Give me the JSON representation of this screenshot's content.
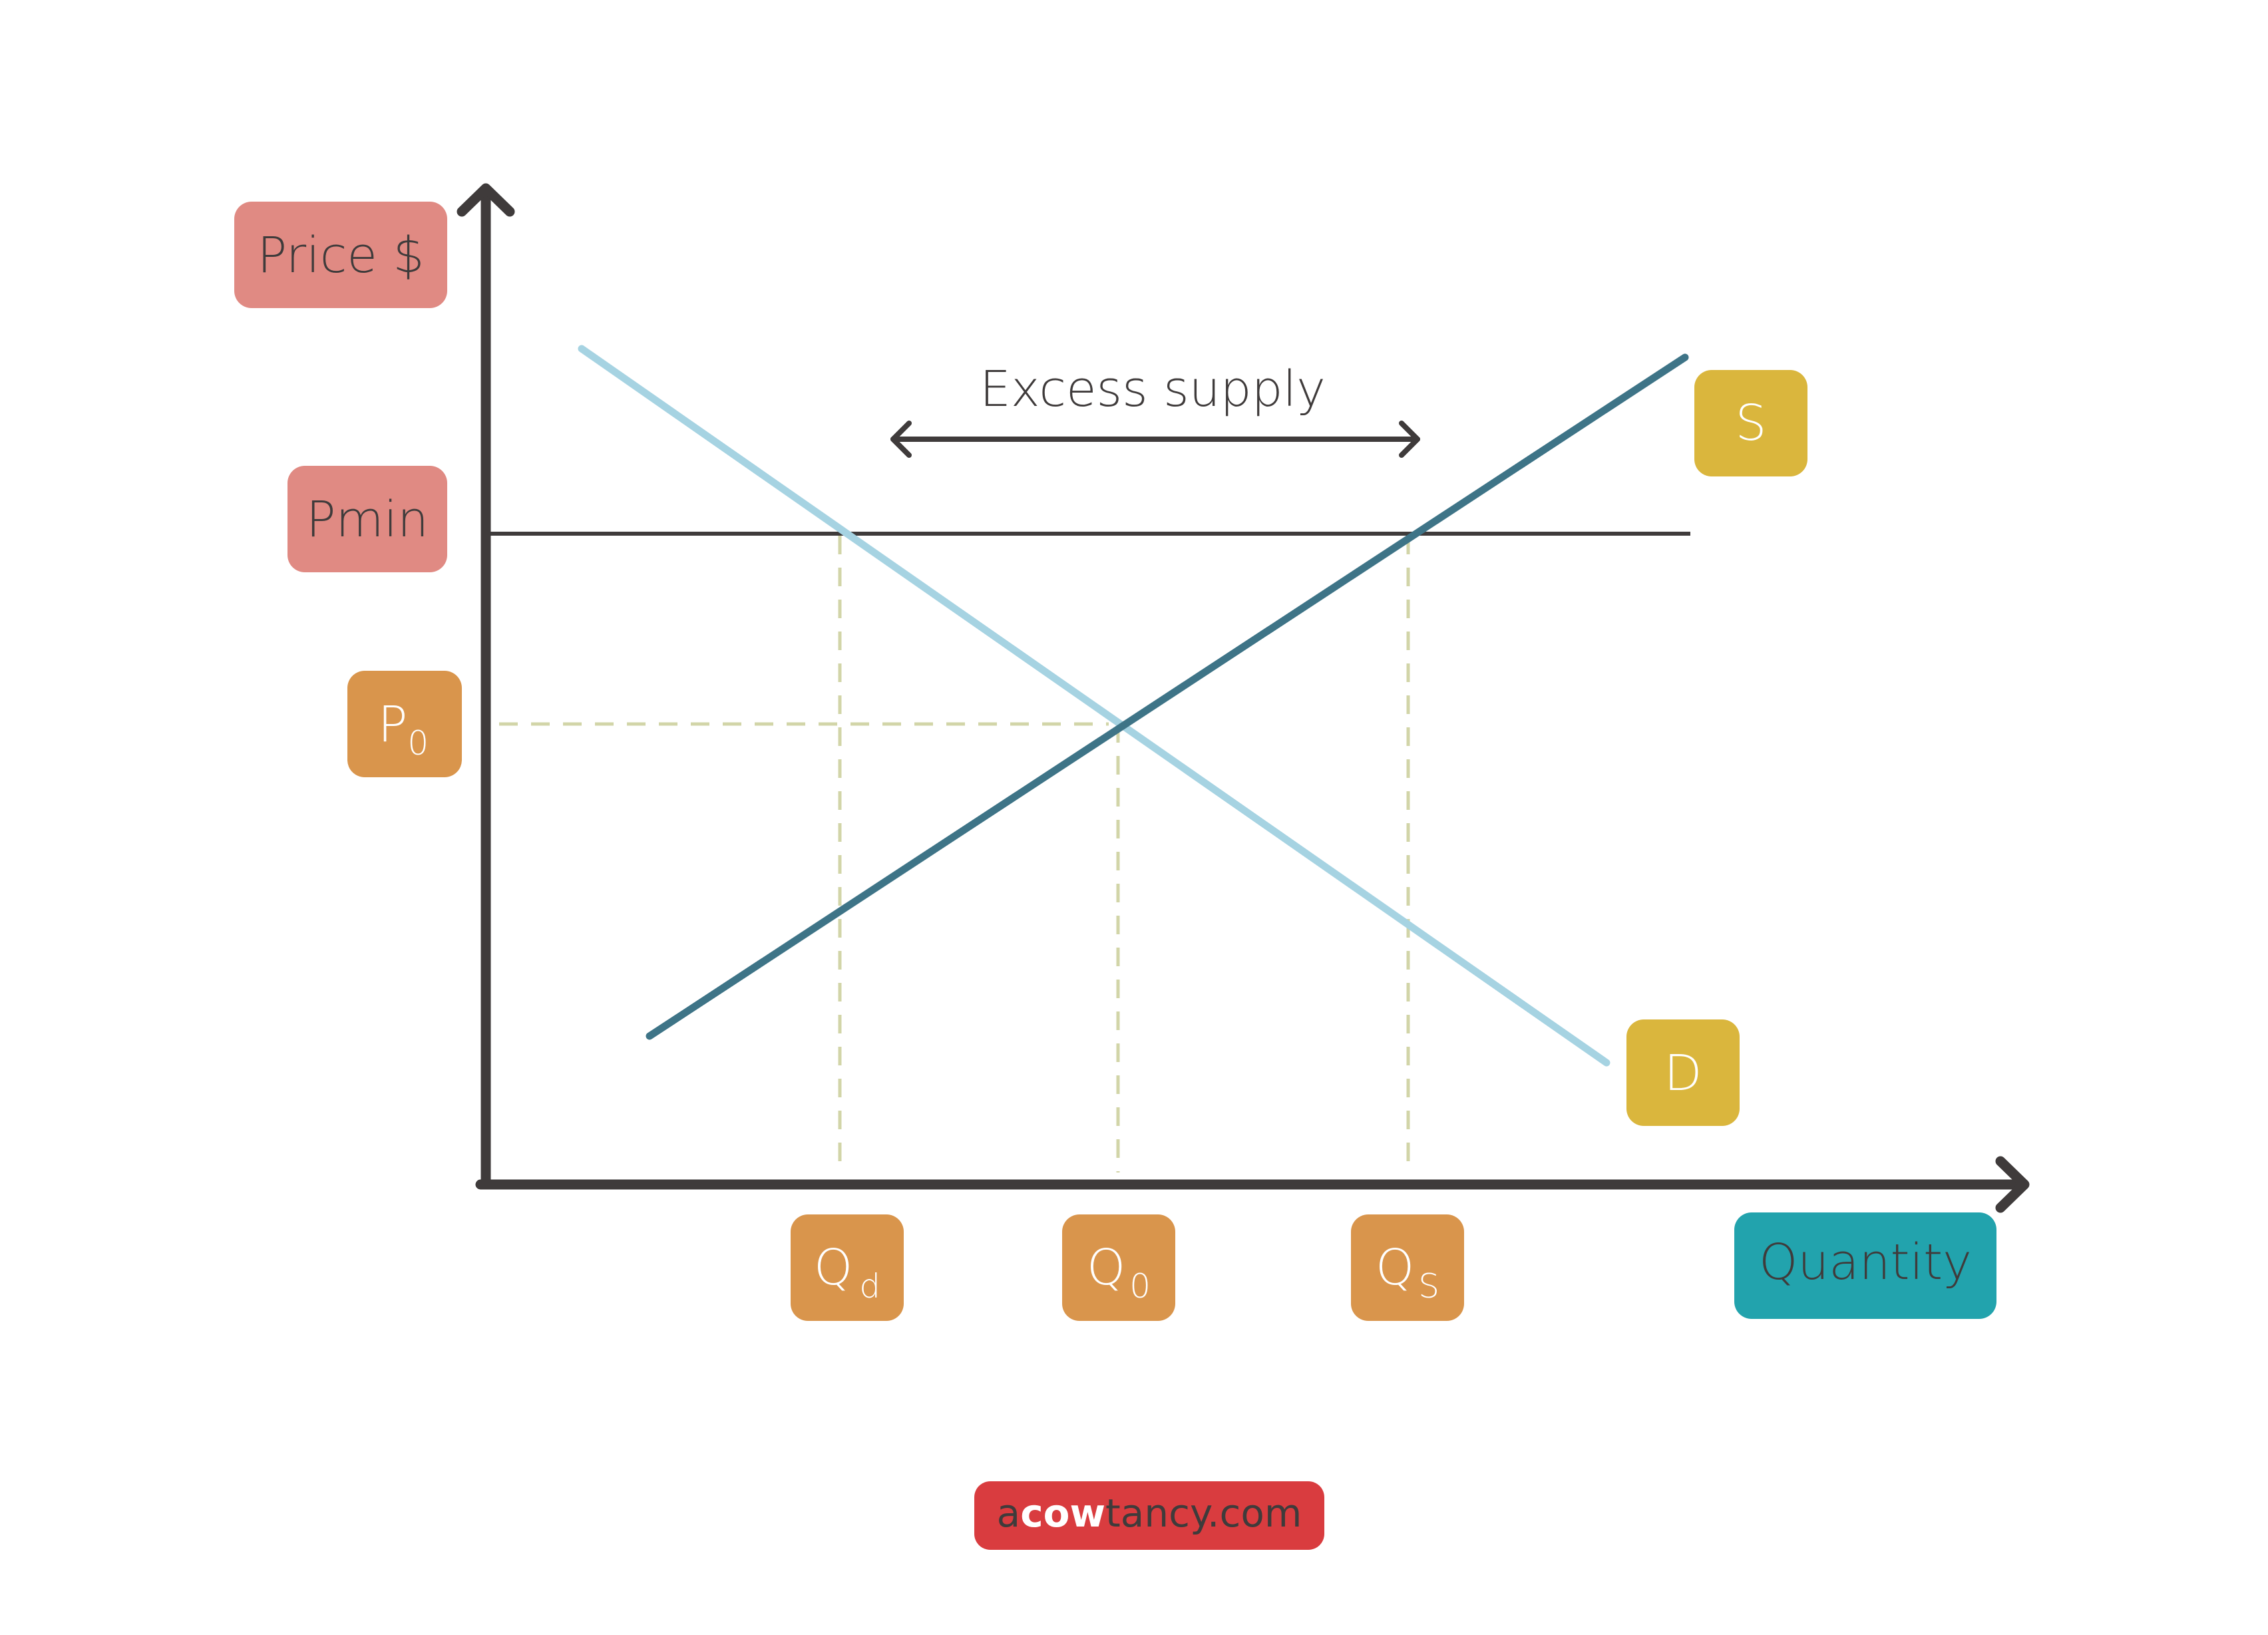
{
  "diagram": {
    "axis_labels": {
      "y": "Price $",
      "x": "Quantity"
    },
    "price_labels": {
      "pmin": "Pmin",
      "p0_main": "P",
      "p0_sub": "0"
    },
    "quantity_labels": {
      "qd_main": "Q",
      "qd_sub": "d",
      "q0_main": "Q",
      "q0_sub": "0",
      "qs_main": "Q",
      "qs_sub": "S"
    },
    "curve_labels": {
      "supply": "S",
      "demand": "D"
    },
    "annotation": {
      "excess_supply": "Excess supply"
    },
    "watermark": {
      "prefix": "a",
      "brand": "cow",
      "suffix": "tancy.com"
    }
  },
  "colors": {
    "axis": "#3f3b3b",
    "price_label_bg": "#e08a83",
    "value_label_bg": "#d9954c",
    "curve_label_bg": "#dab63d",
    "quantity_label_bg": "#22a3ad",
    "demand_line": "#a6d3e2",
    "supply_line": "#3e7487",
    "guide_line": "#d2d5a8",
    "watermark_bg": "#d93c3f",
    "label_text": "#3f3b3b",
    "label_text_light": "#ffffff"
  },
  "icons": {
    "y_axis_arrow": "arrow-up-icon",
    "x_axis_arrow": "arrow-right-icon",
    "excess_supply_arrow": "double-headed-arrow-icon"
  }
}
